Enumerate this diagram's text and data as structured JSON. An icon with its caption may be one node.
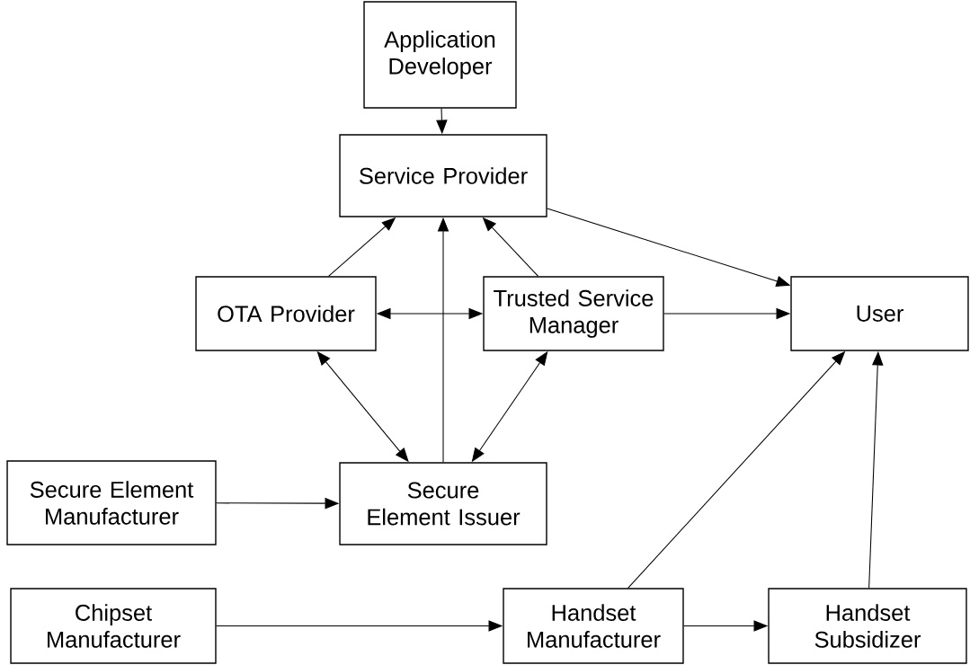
{
  "diagram": {
    "nodes": [
      {
        "text": [
          "Application Developer"
        ]
      },
      {
        "text": [
          "Service Provider"
        ]
      },
      {
        "text": [
          "OTA Provider"
        ]
      },
      {
        "text": [
          "Trusted Service Manager"
        ]
      },
      {
        "text": [
          "User"
        ]
      },
      {
        "text": [
          "Secure Element Manufacturer"
        ]
      },
      {
        "text": [
          "Secure Element Issuer"
        ]
      },
      {
        "text": [
          "Chipset Manufacturer"
        ]
      },
      {
        "text": [
          "Handset Manufacturer"
        ]
      },
      {
        "text": [
          "Handset Subsidizer"
        ]
      }
    ],
    "edges": [
      {
        "from": 0,
        "to": 1,
        "arrow": "to"
      },
      {
        "from": 1,
        "to": 4,
        "arrow": "to"
      },
      {
        "from": 2,
        "to": 1,
        "arrow": "to"
      },
      {
        "from": 6,
        "to": 1,
        "arrow": "to"
      },
      {
        "from": 3,
        "to": 1,
        "arrow": "to"
      },
      {
        "from": 2,
        "to": 3,
        "arrow": "both"
      },
      {
        "from": 3,
        "to": 4,
        "arrow": "to"
      },
      {
        "from": 2,
        "to": 6,
        "arrow": "both"
      },
      {
        "from": 3,
        "to": 6,
        "arrow": "both"
      },
      {
        "from": 5,
        "to": 6,
        "arrow": "to"
      },
      {
        "from": 7,
        "to": 8,
        "arrow": "to"
      },
      {
        "from": 8,
        "to": 9,
        "arrow": "to"
      },
      {
        "from": 8,
        "to": 4,
        "arrow": "to"
      },
      {
        "from": 9,
        "to": 4,
        "arrow": "to"
      }
    ]
  }
}
